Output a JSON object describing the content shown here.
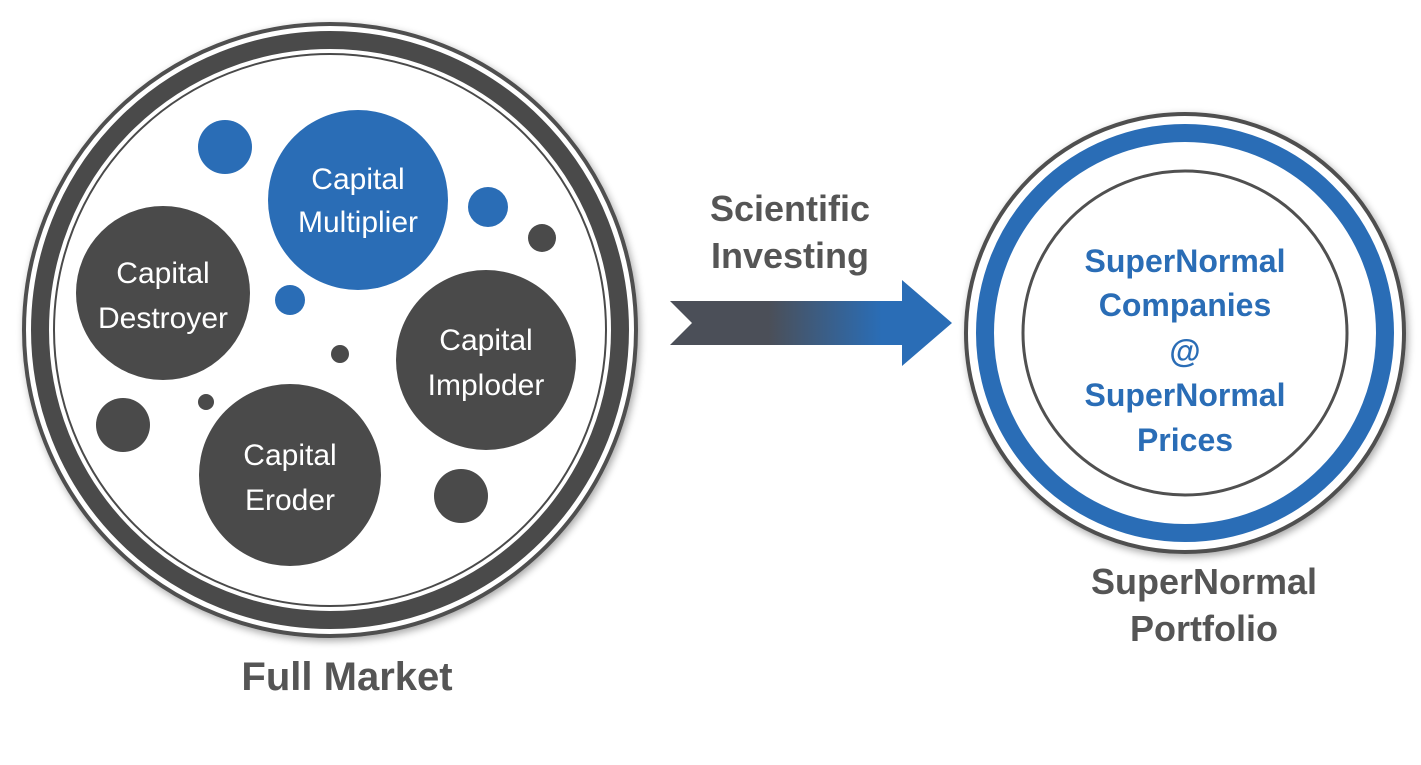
{
  "colors": {
    "blue": "#2a6db6",
    "dark_gray": "#4a4a4a",
    "ring_gray": "#505050",
    "caption_gray": "#555555",
    "white": "#ffffff"
  },
  "full_market": {
    "label": "Full Market",
    "bubbles": {
      "multiplier": [
        "Capital",
        "Multiplier"
      ],
      "destroyer": [
        "Capital",
        "Destroyer"
      ],
      "imploder": [
        "Capital",
        "Imploder"
      ],
      "eroder": [
        "Capital",
        "Eroder"
      ]
    }
  },
  "arrow": {
    "label_lines": [
      "Scientific",
      "Investing"
    ]
  },
  "portfolio": {
    "inner_lines": [
      "SuperNormal",
      "Companies",
      "@",
      "SuperNormal",
      "Prices"
    ],
    "caption_lines": [
      "SuperNormal",
      "Portfolio"
    ]
  }
}
